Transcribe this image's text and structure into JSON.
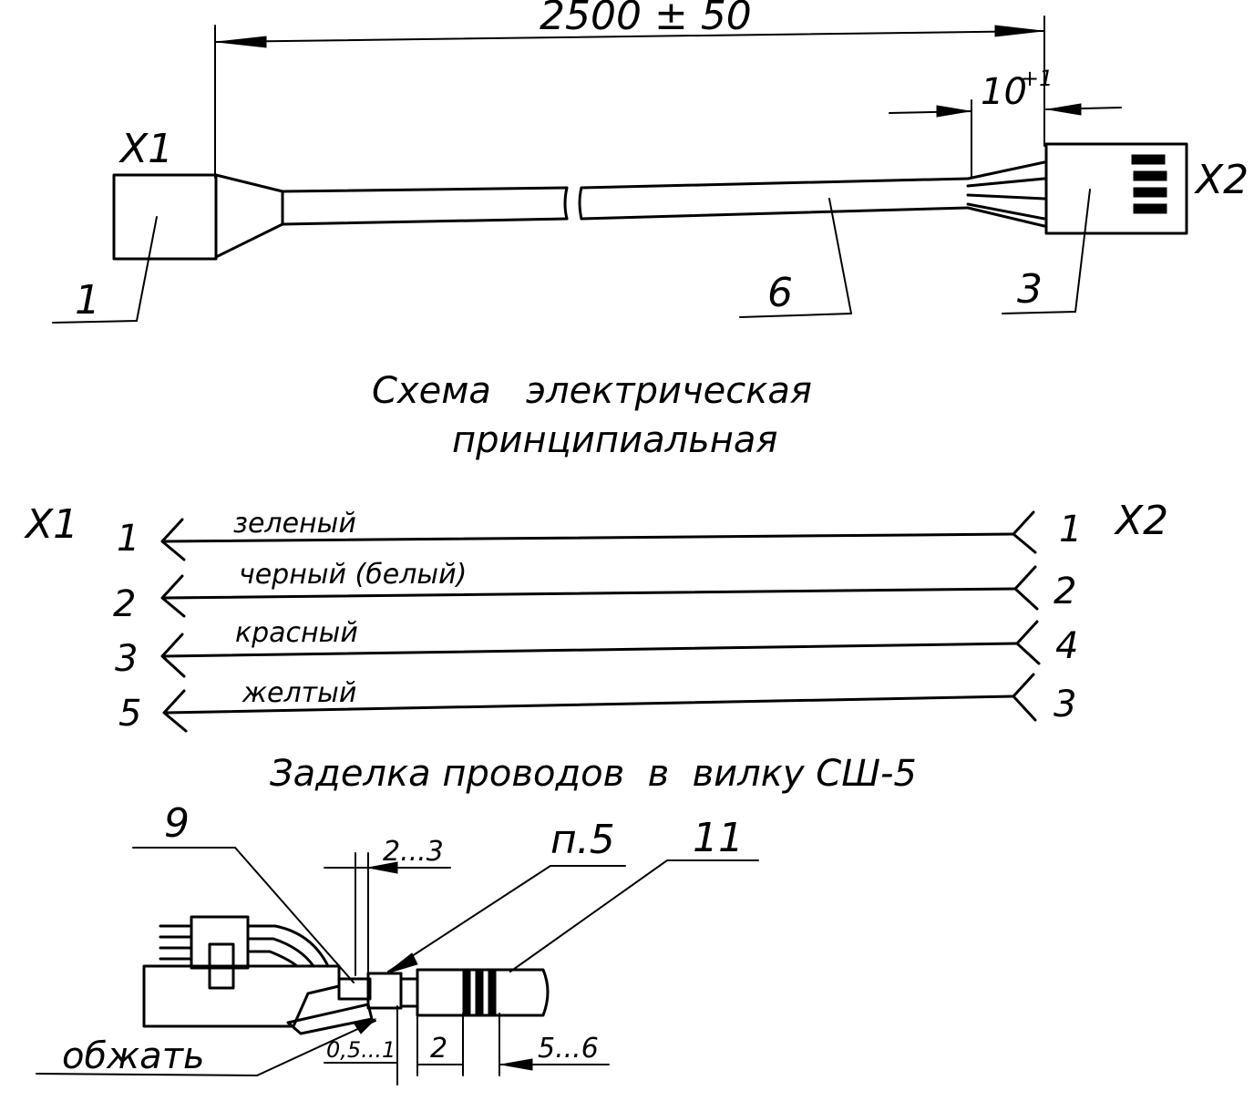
{
  "top_view": {
    "length_dim": "2500 ± 50",
    "strip_dim": "10",
    "strip_tol": "+1",
    "left_connector": "X1",
    "right_connector": "X2",
    "callouts": [
      "1",
      "6",
      "3"
    ]
  },
  "schematic": {
    "title_line1": "Схема   электрическая",
    "title_line2": "принципиальная",
    "left_label": "X1",
    "right_label": "X2",
    "wires": [
      {
        "left_pin": "1",
        "color": "зеленый",
        "right_pin": "1"
      },
      {
        "left_pin": "2",
        "color": "черный (белый)",
        "right_pin": "2"
      },
      {
        "left_pin": "3",
        "color": "красный",
        "right_pin": "4"
      },
      {
        "left_pin": "5",
        "color": "желтый",
        "right_pin": "3"
      }
    ]
  },
  "termination": {
    "title": "Заделка проводов  в  вилку СШ-5",
    "callouts": [
      "9",
      "п.5",
      "11"
    ],
    "dims": [
      "2...3",
      "0,5...1",
      "2",
      "5...6"
    ],
    "note": "обжать"
  }
}
